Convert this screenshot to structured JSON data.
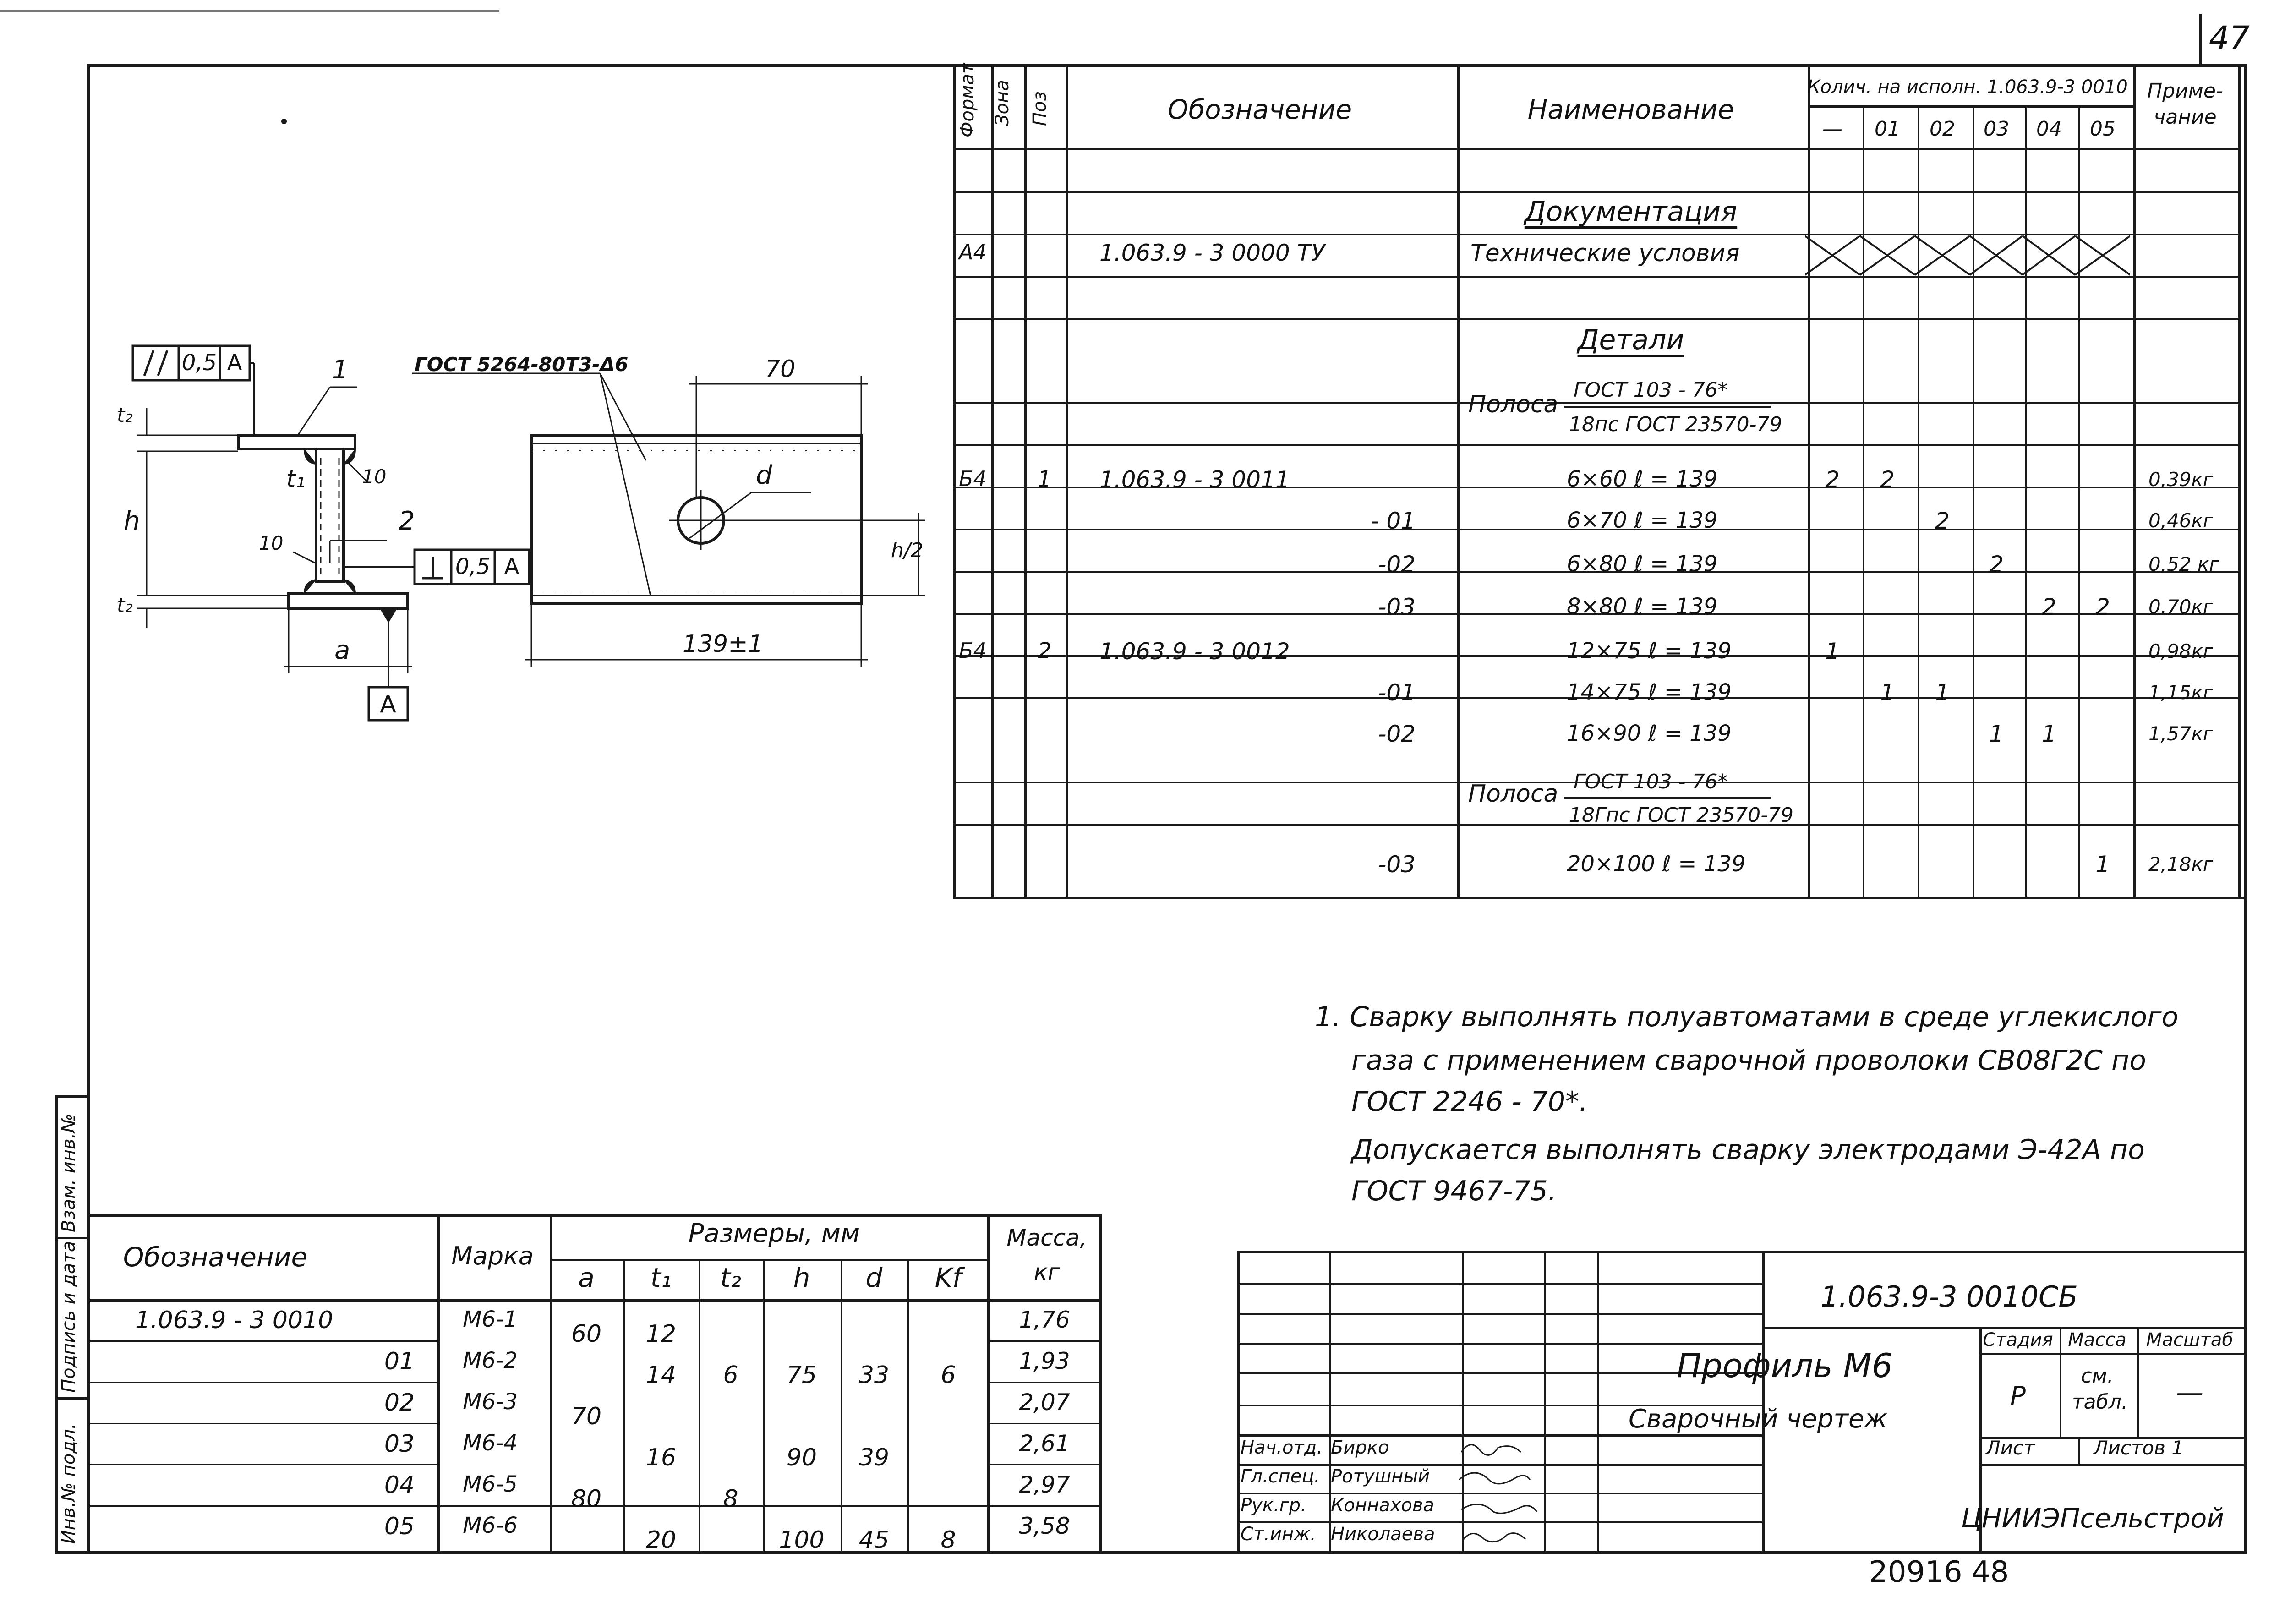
{
  "sheet": {
    "page_number": "47",
    "bottom_note": "20916   48"
  },
  "spec": {
    "headers": {
      "format": "Формат",
      "zone": "Зона",
      "pos": "Поз",
      "designation": "Обозначение",
      "name": "Наименование",
      "qty_title": "Колич. на исполн. 1.063.9-3 0010",
      "note": "Приме-чание",
      "variants": [
        "—",
        "01",
        "02",
        "03",
        "04",
        "05"
      ]
    },
    "rows": [
      {
        "format": "",
        "pos": "",
        "designation": "",
        "name": "Документация",
        "q": [
          "",
          "",
          "",
          "",
          "",
          ""
        ],
        "note": ""
      },
      {
        "format": "А4",
        "pos": "",
        "designation": "1.063.9 - 3   0000 ТУ",
        "name": "Технические  условия",
        "q": [
          "",
          "",
          "",
          "",
          "",
          ""
        ],
        "note": ""
      },
      {
        "format": "",
        "pos": "",
        "designation": "",
        "name": "",
        "q": [
          "",
          "",
          "",
          "",
          "",
          ""
        ],
        "note": ""
      },
      {
        "format": "",
        "pos": "",
        "designation": "",
        "name": "Детали",
        "q": [
          "",
          "",
          "",
          "",
          "",
          ""
        ],
        "note": ""
      },
      {
        "format": "",
        "pos": "",
        "designation": "",
        "name": "Полоса",
        "q": [
          "",
          "",
          "",
          "",
          "",
          ""
        ],
        "note": ""
      },
      {
        "format": "Б4",
        "pos": "1",
        "designation": "1.063.9 - 3    0011",
        "name": "6×60    ℓ = 139",
        "q": [
          "2",
          "2",
          "",
          "",
          "",
          ""
        ],
        "note": "0,39кг"
      },
      {
        "format": "",
        "pos": "",
        "designation": "- 01",
        "name": "6×70    ℓ = 139",
        "q": [
          "",
          "",
          "2",
          "",
          "",
          ""
        ],
        "note": "0,46кг"
      },
      {
        "format": "",
        "pos": "",
        "designation": "-02",
        "name": "6×80    ℓ = 139",
        "q": [
          "",
          "",
          "",
          "2",
          "",
          ""
        ],
        "note": "0,52 кг"
      },
      {
        "format": "",
        "pos": "",
        "designation": "-03",
        "name": "8×80    ℓ = 139",
        "q": [
          "",
          "",
          "",
          "",
          "2",
          "2"
        ],
        "note": "0.70кг"
      },
      {
        "format": "Б4",
        "pos": "2",
        "designation": "1.063.9 - 3    0012",
        "name": "12×75   ℓ = 139",
        "q": [
          "1",
          "",
          "",
          "",
          "",
          ""
        ],
        "note": "0,98кг"
      },
      {
        "format": "",
        "pos": "",
        "designation": "-01",
        "name": "14×75   ℓ = 139",
        "q": [
          "",
          "1",
          "1",
          "",
          "",
          ""
        ],
        "note": "1,15кг"
      },
      {
        "format": "",
        "pos": "",
        "designation": "-02",
        "name": "16×90   ℓ = 139",
        "q": [
          "",
          "",
          "",
          "1",
          "1",
          ""
        ],
        "note": "1,57кг"
      },
      {
        "format": "",
        "pos": "",
        "designation": "",
        "name": "Полоса",
        "q": [
          "",
          "",
          "",
          "",
          "",
          ""
        ],
        "note": ""
      },
      {
        "format": "",
        "pos": "",
        "designation": "-03",
        "name": "20×100  ℓ = 139",
        "q": [
          "",
          "",
          "",
          "",
          "",
          "1"
        ],
        "note": "2,18кг"
      }
    ],
    "gost_a_top": "ГОСТ 103 - 76*",
    "gost_a_bottom": "18пс ГОСТ 23570-79",
    "gost_b_top": "ГОСТ 103 - 76*",
    "gost_b_bottom": "18Гпс ГОСТ 23570-79"
  },
  "notes": {
    "line1": "1. Сварку выполнять полуавтоматами в среде углекислого",
    "line2": "газа с применением сварочной проволоки СВ08Г2С по",
    "line3": "ГОСТ 2246 - 70*.",
    "line4": "Допускается выполнять сварку  электродами Э-42А по",
    "line5": "ГОСТ 9467-75."
  },
  "dims_table": {
    "designation_header": "Обозначение",
    "mark_header": "Марка",
    "sizes_header": "Размеры, мм",
    "mass_header": "Масса, кг",
    "cols": [
      "a",
      "t₁",
      "t₂",
      "h",
      "d",
      "Kf"
    ],
    "rows": [
      {
        "designation": "1.063.9  - 3    0010",
        "mark": "М6-1",
        "a": "60",
        "t1": "12",
        "t2": "",
        "h": "",
        "d": "",
        "kf": "",
        "mass": "1,76"
      },
      {
        "designation": "01",
        "mark": "М6-2",
        "a": "",
        "t1": "14",
        "t2": "6",
        "h": "75",
        "d": "33",
        "kf": "6",
        "mass": "1,93"
      },
      {
        "designation": "02",
        "mark": "М6-3",
        "a": "70",
        "t1": "",
        "t2": "",
        "h": "",
        "d": "",
        "kf": "",
        "mass": "2,07"
      },
      {
        "designation": "03",
        "mark": "М6-4",
        "a": "",
        "t1": "16",
        "t2": "",
        "h": "90",
        "d": "39",
        "kf": "",
        "mass": "2,61"
      },
      {
        "designation": "04",
        "mark": "М6-5",
        "a": "80",
        "t1": "",
        "t2": "8",
        "h": "",
        "d": "",
        "kf": "",
        "mass": "2,97"
      },
      {
        "designation": "05",
        "mark": "М6-6",
        "a": "",
        "t1": "20",
        "t2": "",
        "h": "100",
        "d": "45",
        "kf": "8",
        "mass": "3,58"
      }
    ]
  },
  "title_block": {
    "code": "1.063.9-3  0010СБ",
    "title": "Профиль М6",
    "subtitle": "Сварочный  чертеж",
    "stage_label": "Стадия",
    "mass_label": "Масса",
    "scale_label": "Масштаб",
    "stage_value": "Р",
    "mass_value": "см. табл.",
    "scale_value": "—",
    "sheet_label": "Лист",
    "sheets_label": "Листов 1",
    "org": "ЦНИИЭПсельстрой",
    "roles": [
      {
        "role": "Нач.отд.",
        "name": "Бирко"
      },
      {
        "role": "Гл.спец.",
        "name": "Ротушный"
      },
      {
        "role": "Рук.гр.",
        "name": "Коннахова"
      },
      {
        "role": "Ст.инж.",
        "name": "Николаева"
      }
    ]
  },
  "side_stamp": {
    "inv_orig": "Инв.№ подл.",
    "sign_date": "Подпись и дата",
    "inv_repl": "Взам. инв.№"
  },
  "drawing": {
    "gost_weld": "ГОСТ 5264-80Т3-Δ6",
    "tol_parallel": "0,5",
    "tol_perp": "0,5",
    "datum": "A",
    "pos1": "1",
    "pos2": "2",
    "dim_70": "70",
    "dim_len": "139±1",
    "dim_h2": "h/2",
    "dim_d": "d",
    "dim_h": "h",
    "dim_a": "a",
    "dim_t1": "t₁",
    "dim_t2_top": "t₂",
    "dim_t2_bot": "t₂",
    "dim_10a": "10",
    "dim_10b": "10"
  }
}
